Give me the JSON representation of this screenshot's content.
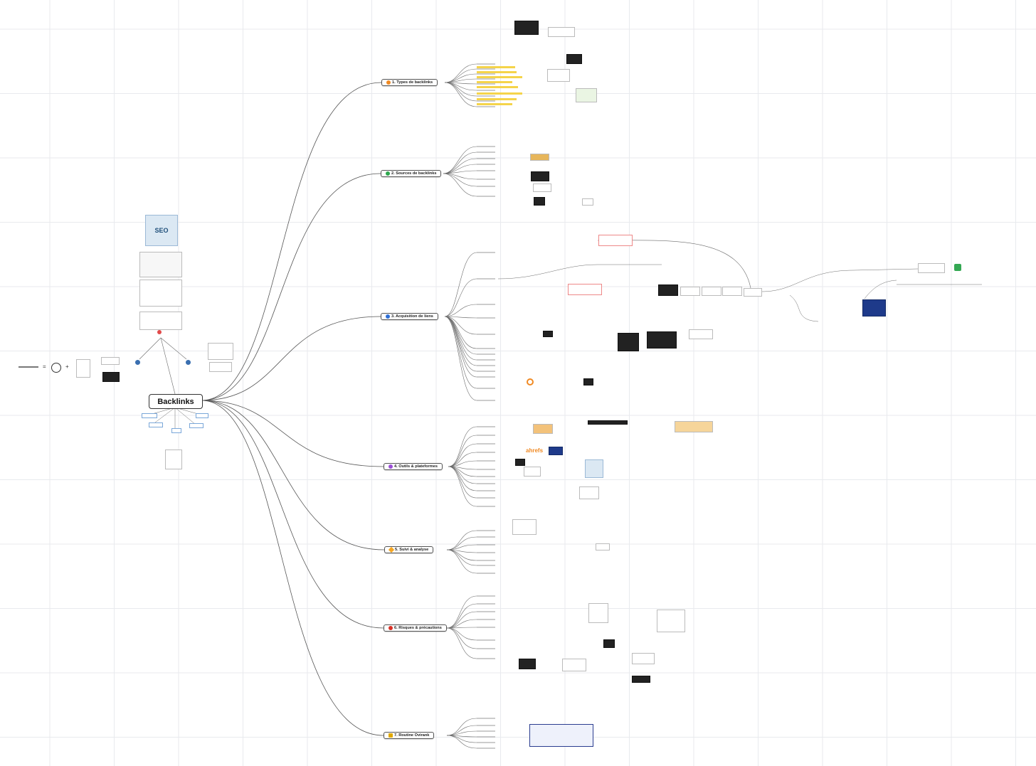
{
  "root": {
    "label": "Backlinks"
  },
  "branches": [
    {
      "id": "b1",
      "label": "1. Types de backlinks",
      "icon": "orange-circle-icon",
      "color": "#f08a24"
    },
    {
      "id": "b2",
      "label": "2. Sources de backlinks",
      "icon": "green-circle-icon",
      "color": "#2fa84f"
    },
    {
      "id": "b3",
      "label": "3. Acquisition de liens",
      "icon": "blue-circle-icon",
      "color": "#2f6fd6"
    },
    {
      "id": "b4",
      "label": "4. Outils & plateformes",
      "icon": "purple-circle-icon",
      "color": "#9b4fd6"
    },
    {
      "id": "b5",
      "label": "5. Suivi & analyse",
      "icon": "orange-diamond-icon",
      "color": "#f5a623"
    },
    {
      "id": "b6",
      "label": "6. Risques & précautions",
      "icon": "red-circle-icon",
      "color": "#d93025"
    },
    {
      "id": "b7",
      "label": "7. Routine Ovirank",
      "icon": "trophy-icon",
      "color": "#e0a800"
    }
  ],
  "left_cluster": {
    "seo_art_text": "SEO",
    "eq_sign": "=",
    "plus_sign": "+"
  },
  "tool_label": "ahrefs"
}
